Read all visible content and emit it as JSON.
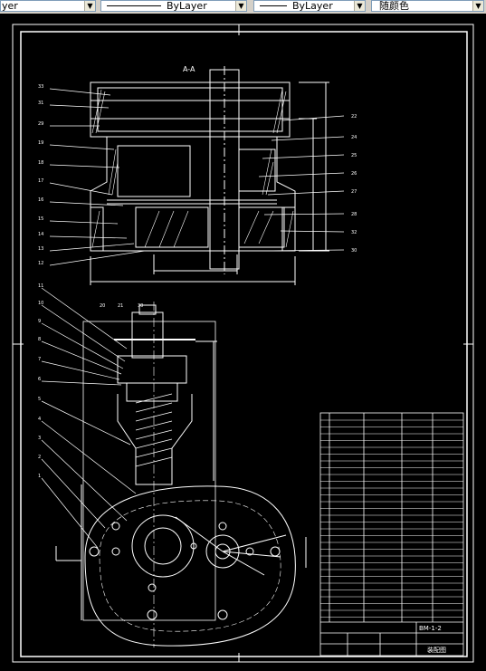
{
  "toolbar": {
    "layer_control": {
      "value": "yer"
    },
    "linetype_control": {
      "value": "ByLayer"
    },
    "lineweight_control": {
      "value": "ByLayer"
    },
    "color_control": {
      "value": "随颜色"
    }
  },
  "drawing": {
    "section_label": "A-A",
    "top_view_callouts_left": [
      "33",
      "31",
      "29",
      "19",
      "18",
      "17",
      "16",
      "15",
      "14",
      "13",
      "12"
    ],
    "top_view_callouts_right": [
      "22",
      "24",
      "25",
      "26",
      "27",
      "28",
      "32",
      "30"
    ],
    "bottom_view_callouts": [
      "11",
      "10",
      "9",
      "8",
      "7",
      "6",
      "5",
      "4",
      "3",
      "2",
      "1"
    ],
    "top_callouts_small": [
      "20",
      "21",
      "30"
    ]
  },
  "title_block": {
    "drawing_number": "BM-1-2",
    "title": "装配图"
  },
  "colors": {
    "drawing_lines": "#ffffff",
    "background": "#000000",
    "toolbar": "#d4d0c8"
  }
}
